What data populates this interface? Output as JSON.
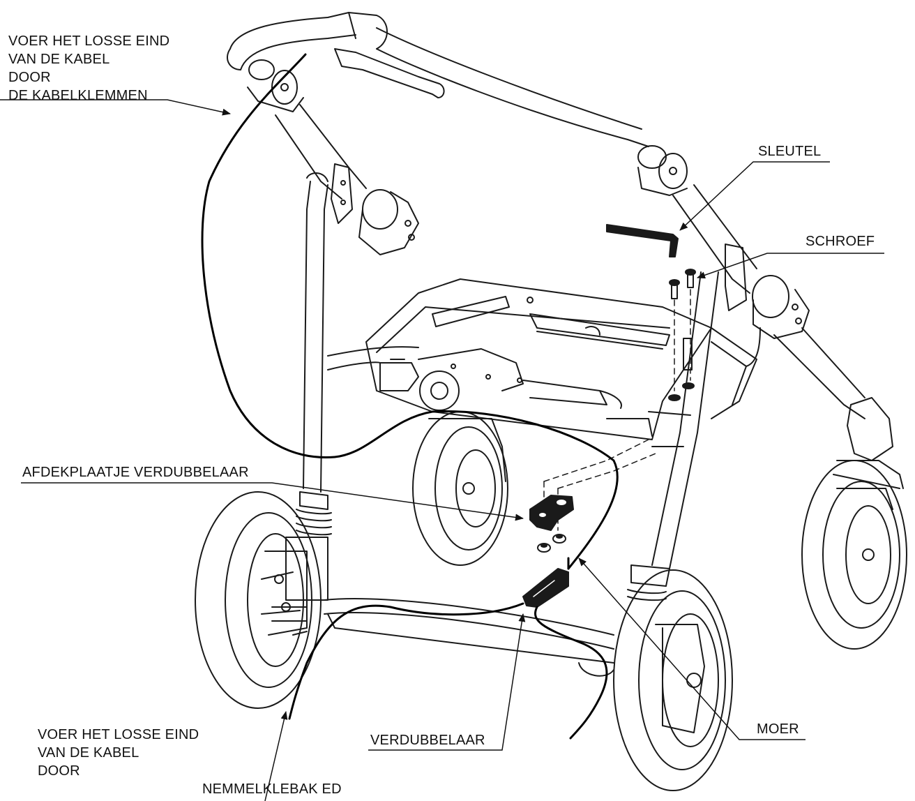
{
  "labels": {
    "top_left": [
      "VOER HET LOSSE EIND",
      "VAN DE KABEL",
      "DOOR",
      "DE KABELKLEMMEN"
    ],
    "sleutel": "SLEUTEL",
    "schroef": "SCHROEF",
    "afdekplaatje": "AFDEKPLAATJE VERDUBBELAAR",
    "bottom_left": [
      "VOER HET LOSSE EIND",
      "VAN DE KABEL",
      "DOOR"
    ],
    "bottom_inverted": "NEMMELKLEBAK ED",
    "verdubbelaar": "VERDUBBELAAR",
    "moer": "MOER"
  },
  "colors": {
    "line": "#1a1a1a",
    "cable": "#000000",
    "background": "#ffffff",
    "text": "#111111"
  }
}
